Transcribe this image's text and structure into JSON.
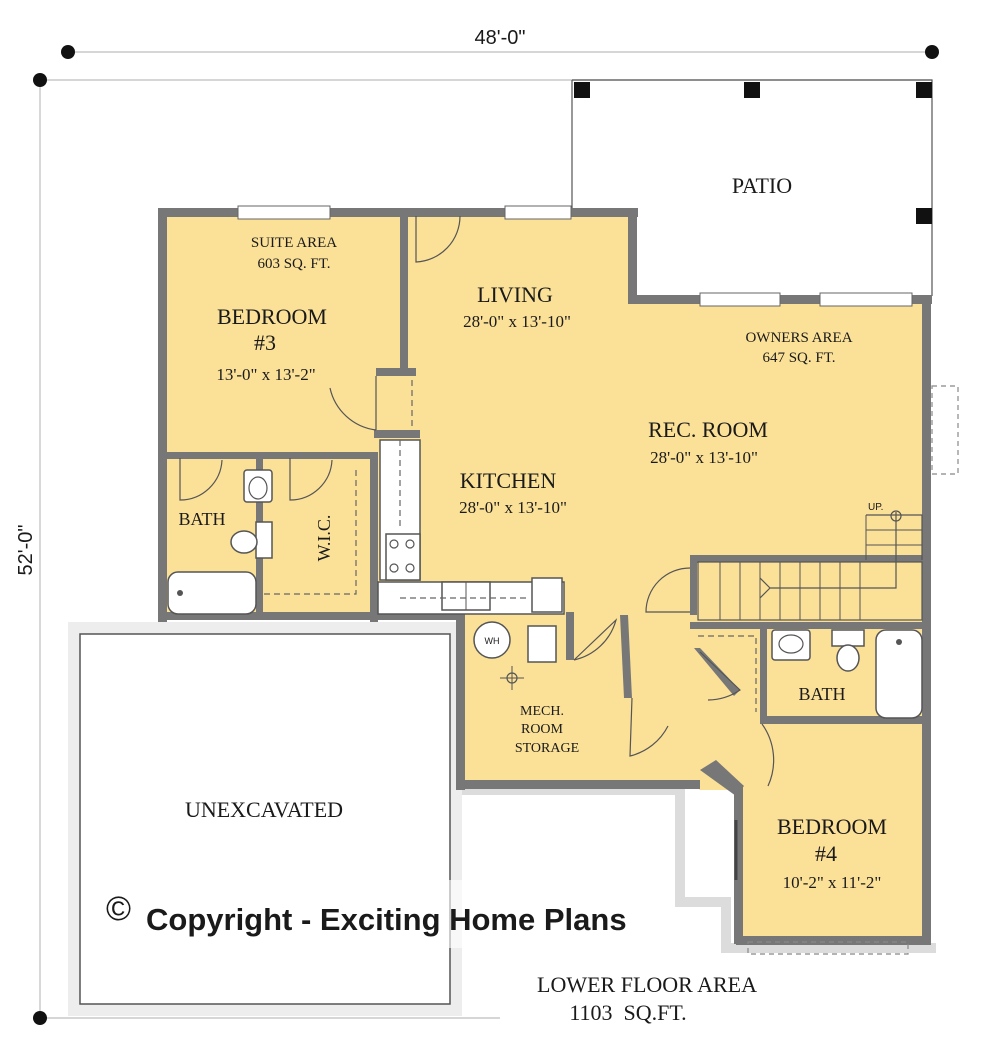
{
  "dimensions": {
    "width_label": "48'-0\"",
    "depth_label": "52'-0\""
  },
  "patio": {
    "label": "PATIO"
  },
  "suite_area": {
    "title": "SUITE AREA",
    "area": "603 SQ. FT."
  },
  "owners_area": {
    "title": "OWNERS AREA",
    "area": "647 SQ. FT."
  },
  "rooms": {
    "bedroom3": {
      "name": "BEDROOM",
      "number": "#3",
      "size": "13'-0\" x 13'-2\""
    },
    "living": {
      "name": "LIVING",
      "size": "28'-0\" x 13'-10\""
    },
    "rec_room": {
      "name": "REC. ROOM",
      "size": "28'-0\" x 13'-10\""
    },
    "kitchen": {
      "name": "KITCHEN",
      "size": "28'-0\" x 13'-10\""
    },
    "bath_suite": {
      "name": "BATH"
    },
    "wic": {
      "name": "W.I.C."
    },
    "bath_owner": {
      "name": "BATH"
    },
    "mech": {
      "line1": "MECH.",
      "line2": "ROOM",
      "line3": "STORAGE"
    },
    "bedroom4": {
      "name": "BEDROOM",
      "number": "#4",
      "size": "10'-2\" x 11'-2\""
    },
    "unexcavated": {
      "name": "UNEXCAVATED"
    }
  },
  "stairs": {
    "label": "UP."
  },
  "water_heater": {
    "label": "WH"
  },
  "watermark": {
    "symbol": "©",
    "text": "Copyright - Exciting Home Plans"
  },
  "summary": {
    "title": "LOWER FLOOR AREA",
    "area": "1103  SQ.FT."
  },
  "colors": {
    "room_fill": "#fbe098",
    "wall": "#777777",
    "unexcavated": "#ffffff"
  }
}
